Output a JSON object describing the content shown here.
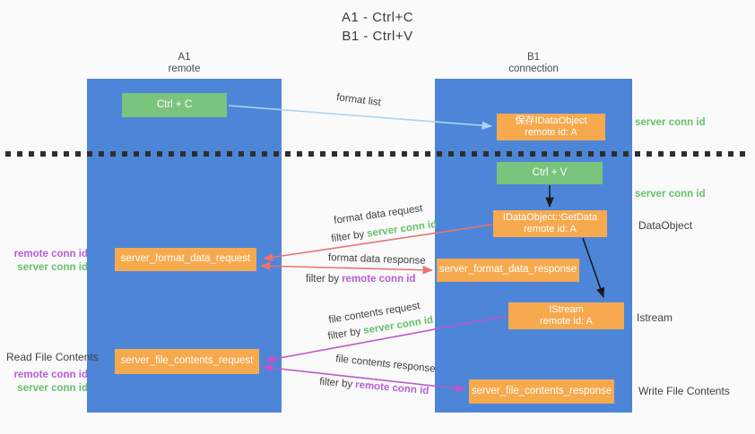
{
  "title": {
    "line1": "A1 - Ctrl+C",
    "line2": "B1 - Ctrl+V"
  },
  "columns": {
    "a": {
      "name": "A1",
      "role": "remote"
    },
    "b": {
      "name": "B1",
      "role": "connection"
    }
  },
  "nodes": {
    "ctrl_c": {
      "label": "Ctrl + C"
    },
    "save_idataobject": {
      "line1": "保存IDataObject",
      "line2": "remote id: A"
    },
    "ctrl_v": {
      "label": "Ctrl + V"
    },
    "idataobject_getdata": {
      "line1": "IDataObject::GetData",
      "line2": "remote id: A"
    },
    "server_format_data_request": {
      "label": "server_format_data_request"
    },
    "server_format_data_response": {
      "label": "server_format_data_response"
    },
    "istream": {
      "line1": "IStream",
      "line2": "remote id: A"
    },
    "server_file_contents_request": {
      "label": "server_file_contents_request"
    },
    "server_file_contents_response": {
      "label": "server_file_contents_response"
    }
  },
  "labels": {
    "server_conn_id": "server conn id",
    "remote_conn_id": "remote conn id",
    "filter_by": "filter by",
    "dataobject": "DataObject",
    "istream": "Istream",
    "read_file_contents": "Read File Contents",
    "write_file_contents": "Write File Contents"
  },
  "arrows": {
    "format_list": "format list",
    "format_data_request": "format data request",
    "format_data_response": "format data response",
    "file_contents_request": "file contents request",
    "file_contents_response": "file contents response"
  },
  "colors": {
    "column_blue": "#4d86d8",
    "node_green": "#7ac47e",
    "node_orange": "#f7a94e",
    "label_green": "#66bf6b",
    "label_purple": "#b55fd3",
    "arrow_salmon": "#e97272",
    "arrow_magenta": "#bd57c8",
    "arrow_lightblue": "#a9d5f3",
    "arrow_black": "#1a1a1a"
  }
}
